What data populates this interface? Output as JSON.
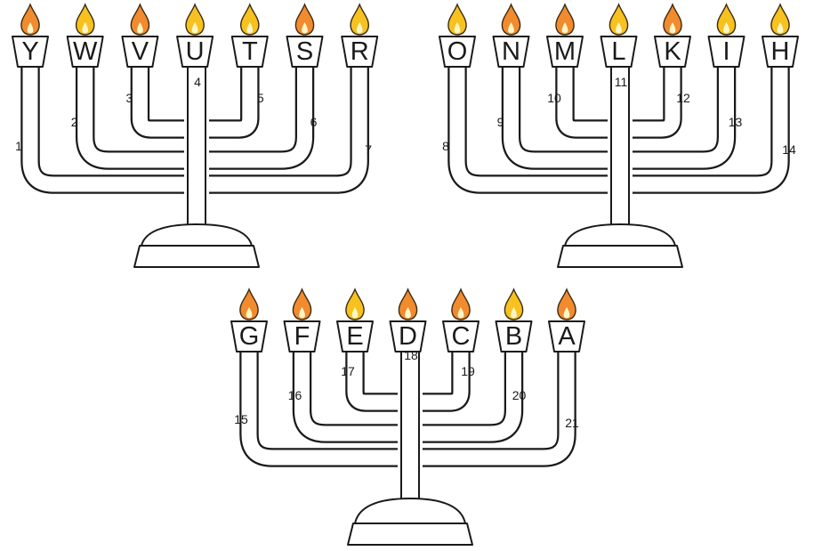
{
  "menorahs": [
    {
      "cups": [
        {
          "letter": "Y",
          "flame": "orange"
        },
        {
          "letter": "W",
          "flame": "yellow"
        },
        {
          "letter": "V",
          "flame": "orange"
        },
        {
          "letter": "U",
          "flame": "yellow"
        },
        {
          "letter": "T",
          "flame": "yellow"
        },
        {
          "letter": "S",
          "flame": "orange"
        },
        {
          "letter": "R",
          "flame": "yellow"
        }
      ],
      "numbers": [
        "1",
        "2",
        "3",
        "4",
        "5",
        "6",
        "7"
      ]
    },
    {
      "cups": [
        {
          "letter": "O",
          "flame": "yellow"
        },
        {
          "letter": "N",
          "flame": "orange"
        },
        {
          "letter": "M",
          "flame": "orange"
        },
        {
          "letter": "L",
          "flame": "yellow"
        },
        {
          "letter": "K",
          "flame": "orange"
        },
        {
          "letter": "I",
          "flame": "yellow"
        },
        {
          "letter": "H",
          "flame": "yellow"
        }
      ],
      "numbers": [
        "8",
        "9",
        "10",
        "11",
        "12",
        "13",
        "14"
      ]
    },
    {
      "cups": [
        {
          "letter": "G",
          "flame": "orange"
        },
        {
          "letter": "F",
          "flame": "orange"
        },
        {
          "letter": "E",
          "flame": "yellow"
        },
        {
          "letter": "D",
          "flame": "orange"
        },
        {
          "letter": "C",
          "flame": "orange"
        },
        {
          "letter": "B",
          "flame": "yellow"
        },
        {
          "letter": "A",
          "flame": "orange"
        }
      ],
      "numbers": [
        "15",
        "16",
        "17",
        "18",
        "19",
        "20",
        "21"
      ]
    }
  ],
  "colors": {
    "outline": "#1a1a1a",
    "flame_orange": "#f28a2e",
    "flame_yellow": "#f7c11f",
    "background": "#ffffff"
  }
}
